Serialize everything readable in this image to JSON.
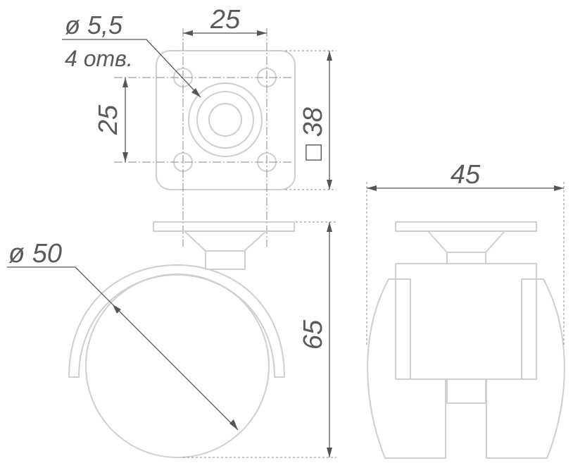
{
  "dimensions": {
    "hole_diameter": "ø 5,5",
    "hole_count": "4 отв.",
    "hole_spacing_horizontal": "25",
    "hole_spacing_vertical": "25",
    "plate_size": "□ 38",
    "wheel_diameter": "ø 50",
    "total_height": "65",
    "total_width": "45"
  },
  "colors": {
    "part_outline": "#cfcfcf",
    "dimension_line": "#555555",
    "dimension_text": "#5a5a5a"
  }
}
